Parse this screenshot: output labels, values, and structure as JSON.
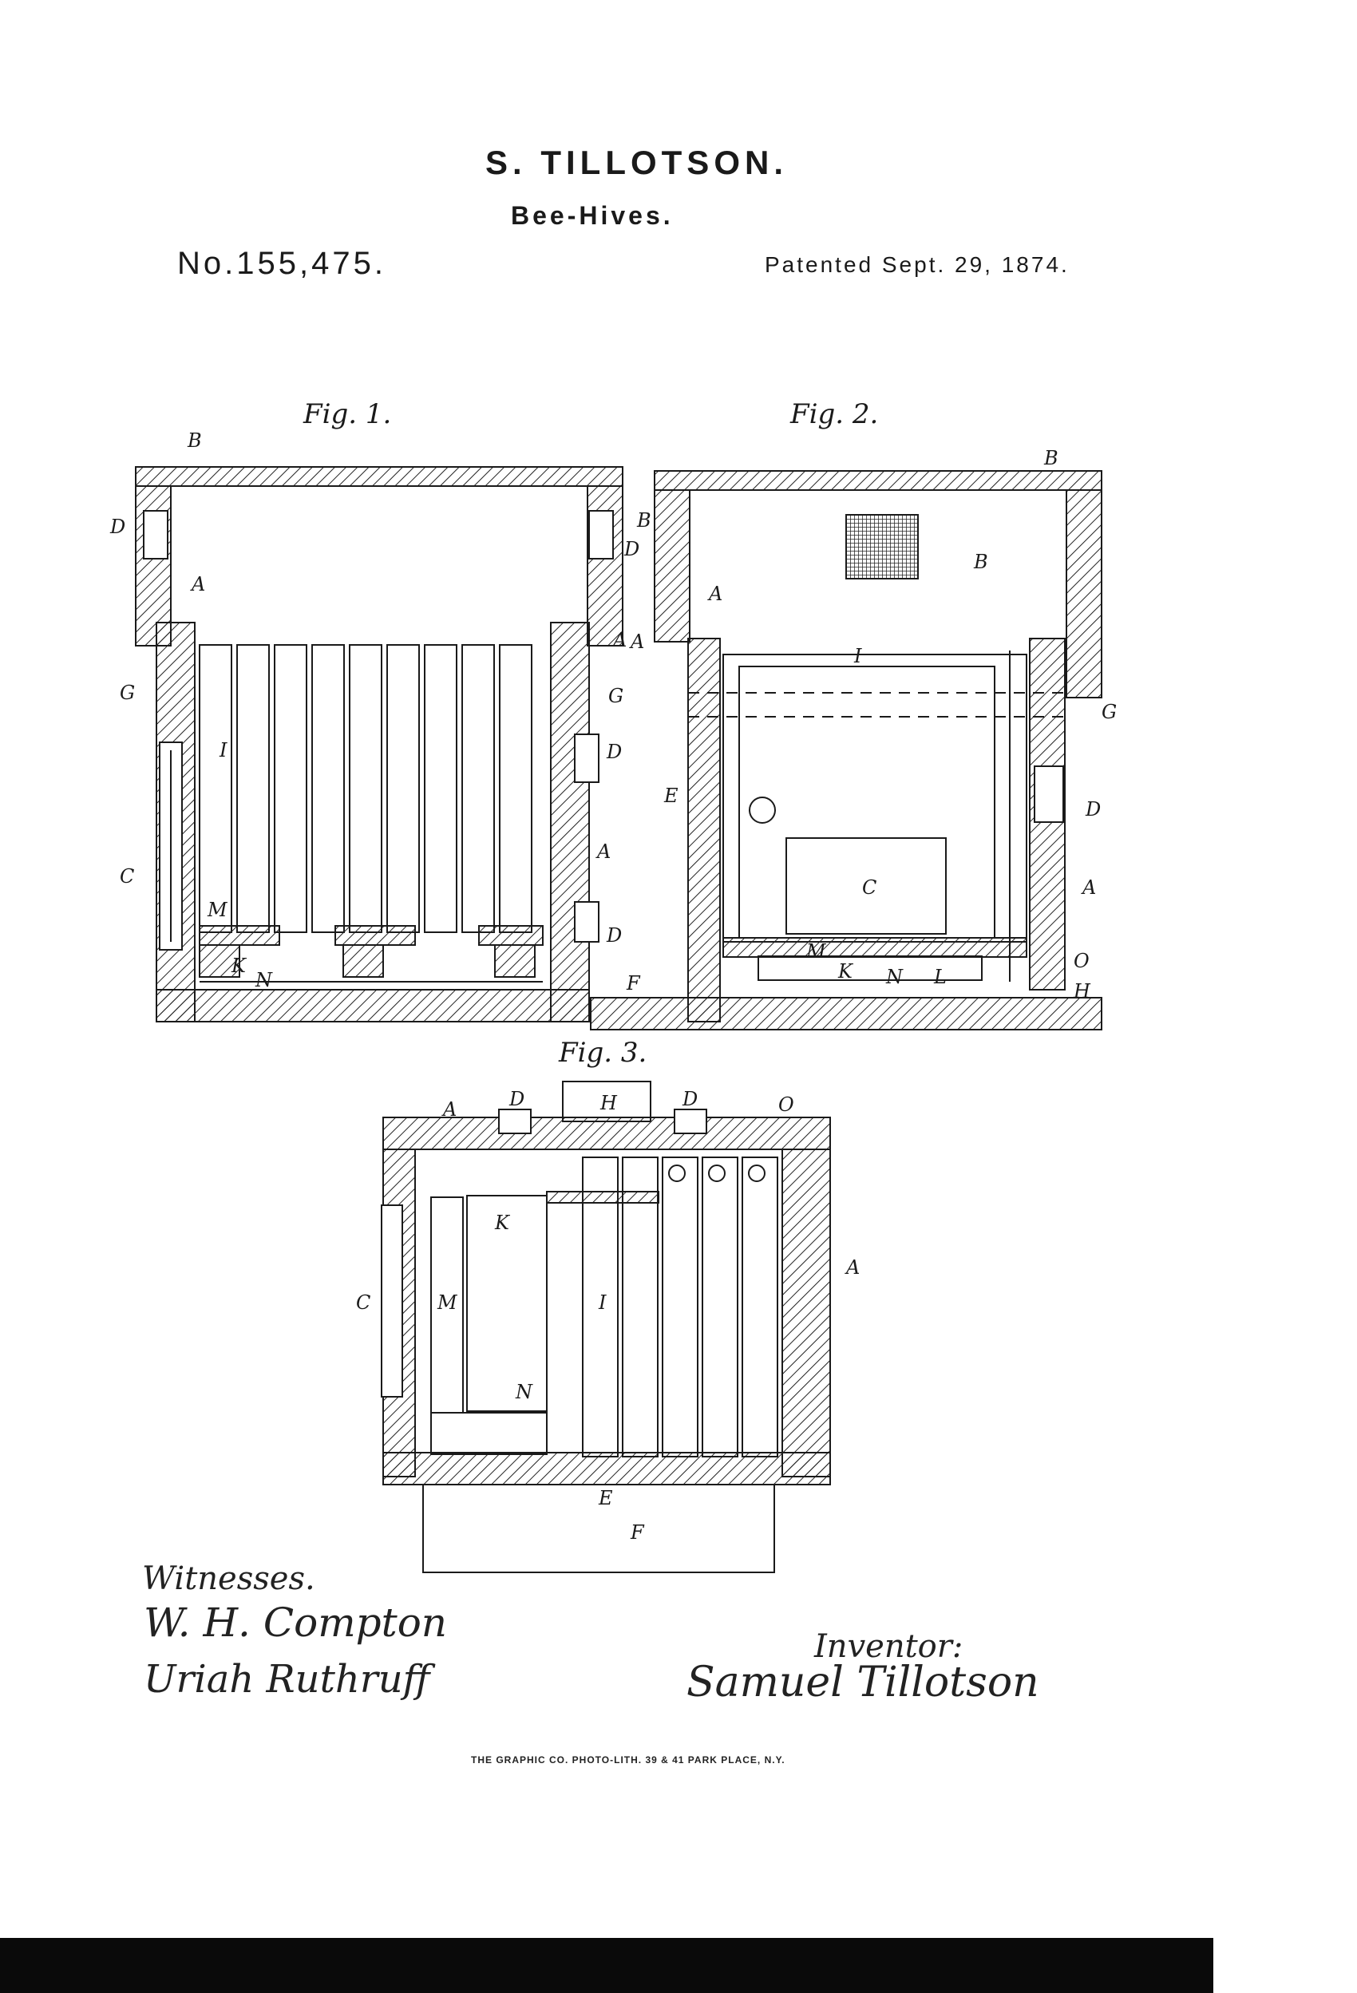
{
  "header": {
    "inventor": "S. TILLOTSON.",
    "title": "Bee-Hives.",
    "patent_number": "No.155,475.",
    "date": "Patented Sept. 29, 1874."
  },
  "figures": {
    "fig1": {
      "label": "Fig. 1.",
      "parts": {
        "A1": "A",
        "A2": "A",
        "A3": "A",
        "B1": "B",
        "B2": "B",
        "C": "C",
        "D1": "D",
        "D2": "D",
        "D3": "D",
        "D4": "D",
        "G1": "G",
        "G2": "G",
        "I": "I",
        "K": "K",
        "M": "M",
        "N": "N"
      }
    },
    "fig2": {
      "label": "Fig. 2.",
      "parts": {
        "A1": "A",
        "A2": "A",
        "A3": "A",
        "B1": "B",
        "B2": "B",
        "C": "C",
        "D1": "D",
        "E": "E",
        "F": "F",
        "G": "G",
        "H": "H",
        "I": "I",
        "K": "K",
        "L": "L",
        "M": "M",
        "N": "N",
        "O": "O"
      }
    },
    "fig3": {
      "label": "Fig. 3.",
      "parts": {
        "A1": "A",
        "A2": "A",
        "C": "C",
        "D1": "D",
        "D2": "D",
        "E": "E",
        "F": "F",
        "H": "H",
        "I": "I",
        "K": "K",
        "M": "M",
        "N": "N",
        "O": "O"
      }
    }
  },
  "signatures": {
    "witnesses_label": "Witnesses.",
    "witness1": "W. H. Compton",
    "witness2": "Uriah Ruthruff",
    "inventor_label": "Inventor:",
    "inventor_signature": "Samuel Tillotson"
  },
  "imprint": "THE GRAPHIC CO. PHOTO-LITH. 39 & 41 PARK PLACE, N.Y.",
  "colors": {
    "ink": "#1a1a1a",
    "paper": "#ffffff",
    "bar": "#0a0a0a"
  }
}
